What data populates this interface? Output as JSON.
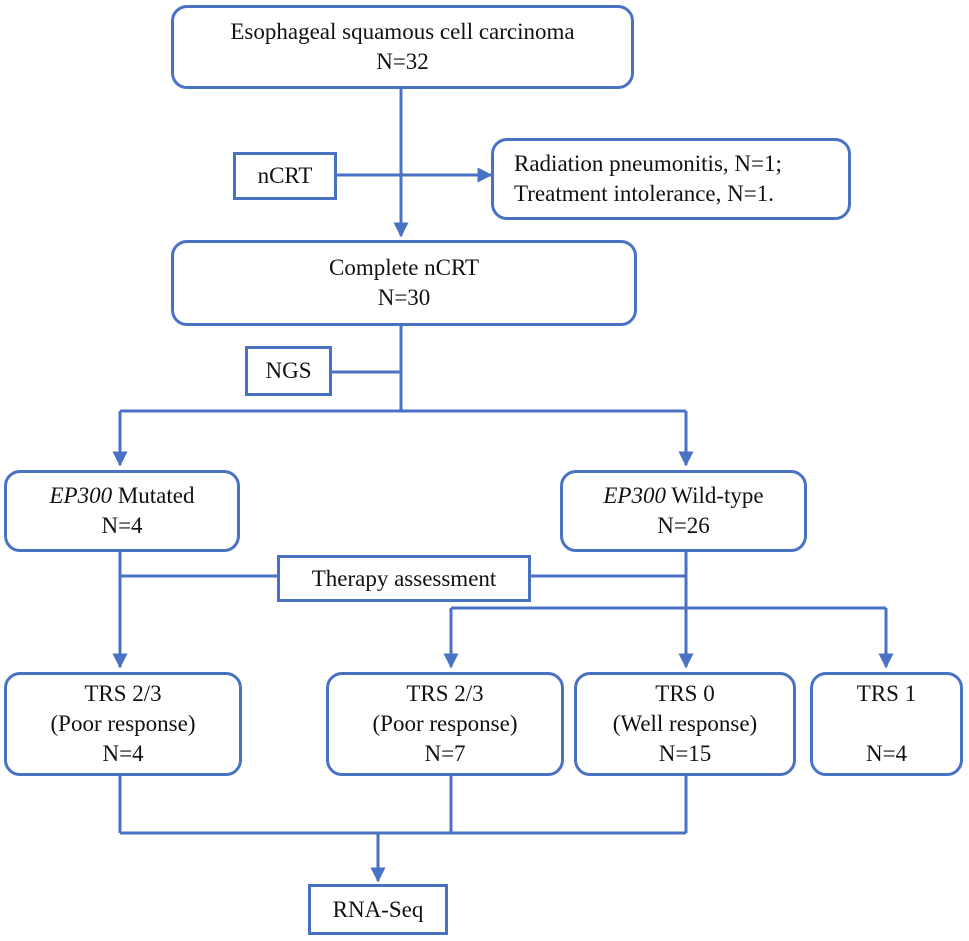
{
  "colors": {
    "accent": "#4a72c4",
    "text": "#111111",
    "background": "#ffffff"
  },
  "nodes": {
    "esophageal": {
      "line1": "Esophageal squamous cell carcinoma",
      "line2": "N=32"
    },
    "ncrt_label": {
      "text": "nCRT"
    },
    "excluded": {
      "line1": "Radiation pneumonitis, N=1;",
      "line2": "Treatment intolerance, N=1."
    },
    "complete_ncrt": {
      "line1": "Complete nCRT",
      "line2": "N=30"
    },
    "ngs_label": {
      "text": "NGS"
    },
    "ep300_mutated": {
      "gene": "EP300",
      "suffix": " Mutated",
      "line2": "N=4"
    },
    "ep300_wildtype": {
      "gene": "EP300",
      "suffix": " Wild-type",
      "line2": "N=26"
    },
    "therapy_label": {
      "text": "Therapy assessment"
    },
    "mut_trs23": {
      "line1": "TRS 2/3",
      "line2": "(Poor response)",
      "line3": "N=4"
    },
    "wt_trs23": {
      "line1": "TRS 2/3",
      "line2": "(Poor response)",
      "line3": "N=7"
    },
    "wt_trs0": {
      "line1": "TRS 0",
      "line2": "(Well response)",
      "line3": "N=15"
    },
    "wt_trs1": {
      "line1": "TRS 1",
      "line2": "",
      "line3": "N=4"
    },
    "rnaseq": {
      "text": "RNA-Seq"
    }
  }
}
